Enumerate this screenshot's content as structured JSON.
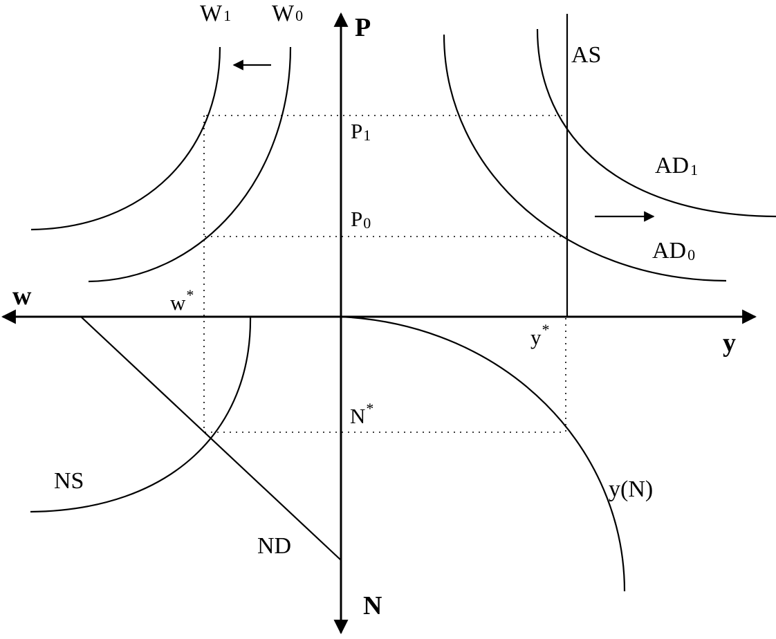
{
  "labels": {
    "P": "P",
    "N": "N",
    "w": "w",
    "y": "y",
    "W1": "W",
    "W1_sub": "1",
    "W0": "W",
    "W0_sub": "0",
    "P1": "P",
    "P1_sub": "1",
    "P0": "P",
    "P0_sub": "0",
    "AS": "AS",
    "AD1": "AD",
    "AD1_sub": "1",
    "AD0": "AD",
    "AD0_sub": "0",
    "w_star": "w",
    "w_star_sup": "*",
    "y_star": "y",
    "y_star_sup": "*",
    "N_star": "N",
    "N_star_sup": "*",
    "NS": "NS",
    "ND": "ND",
    "yN": "y(N)"
  }
}
